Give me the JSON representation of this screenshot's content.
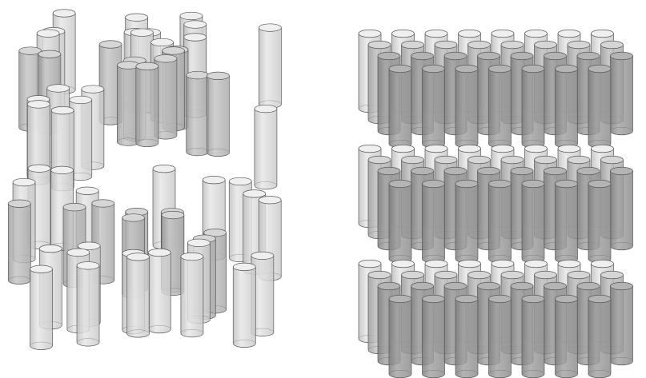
{
  "figure": {
    "description_visible_text": "",
    "panels": [
      {
        "id": "left-panel",
        "name": "disordered-cylinder-array",
        "arrangement": "random",
        "layers": 2
      },
      {
        "id": "right-panel",
        "name": "ordered-cylinder-array",
        "arrangement": "regular-grid",
        "layers": 3,
        "rows_per_layer": 4,
        "columns_per_row": 8
      }
    ],
    "colors": {
      "background": "#ffffff",
      "cylinder_light": "#e4e4e4",
      "cylinder_mid": "#c2c2c2",
      "cylinder_dark": "#8e8e8e",
      "outline": "#5a5a5a"
    }
  }
}
